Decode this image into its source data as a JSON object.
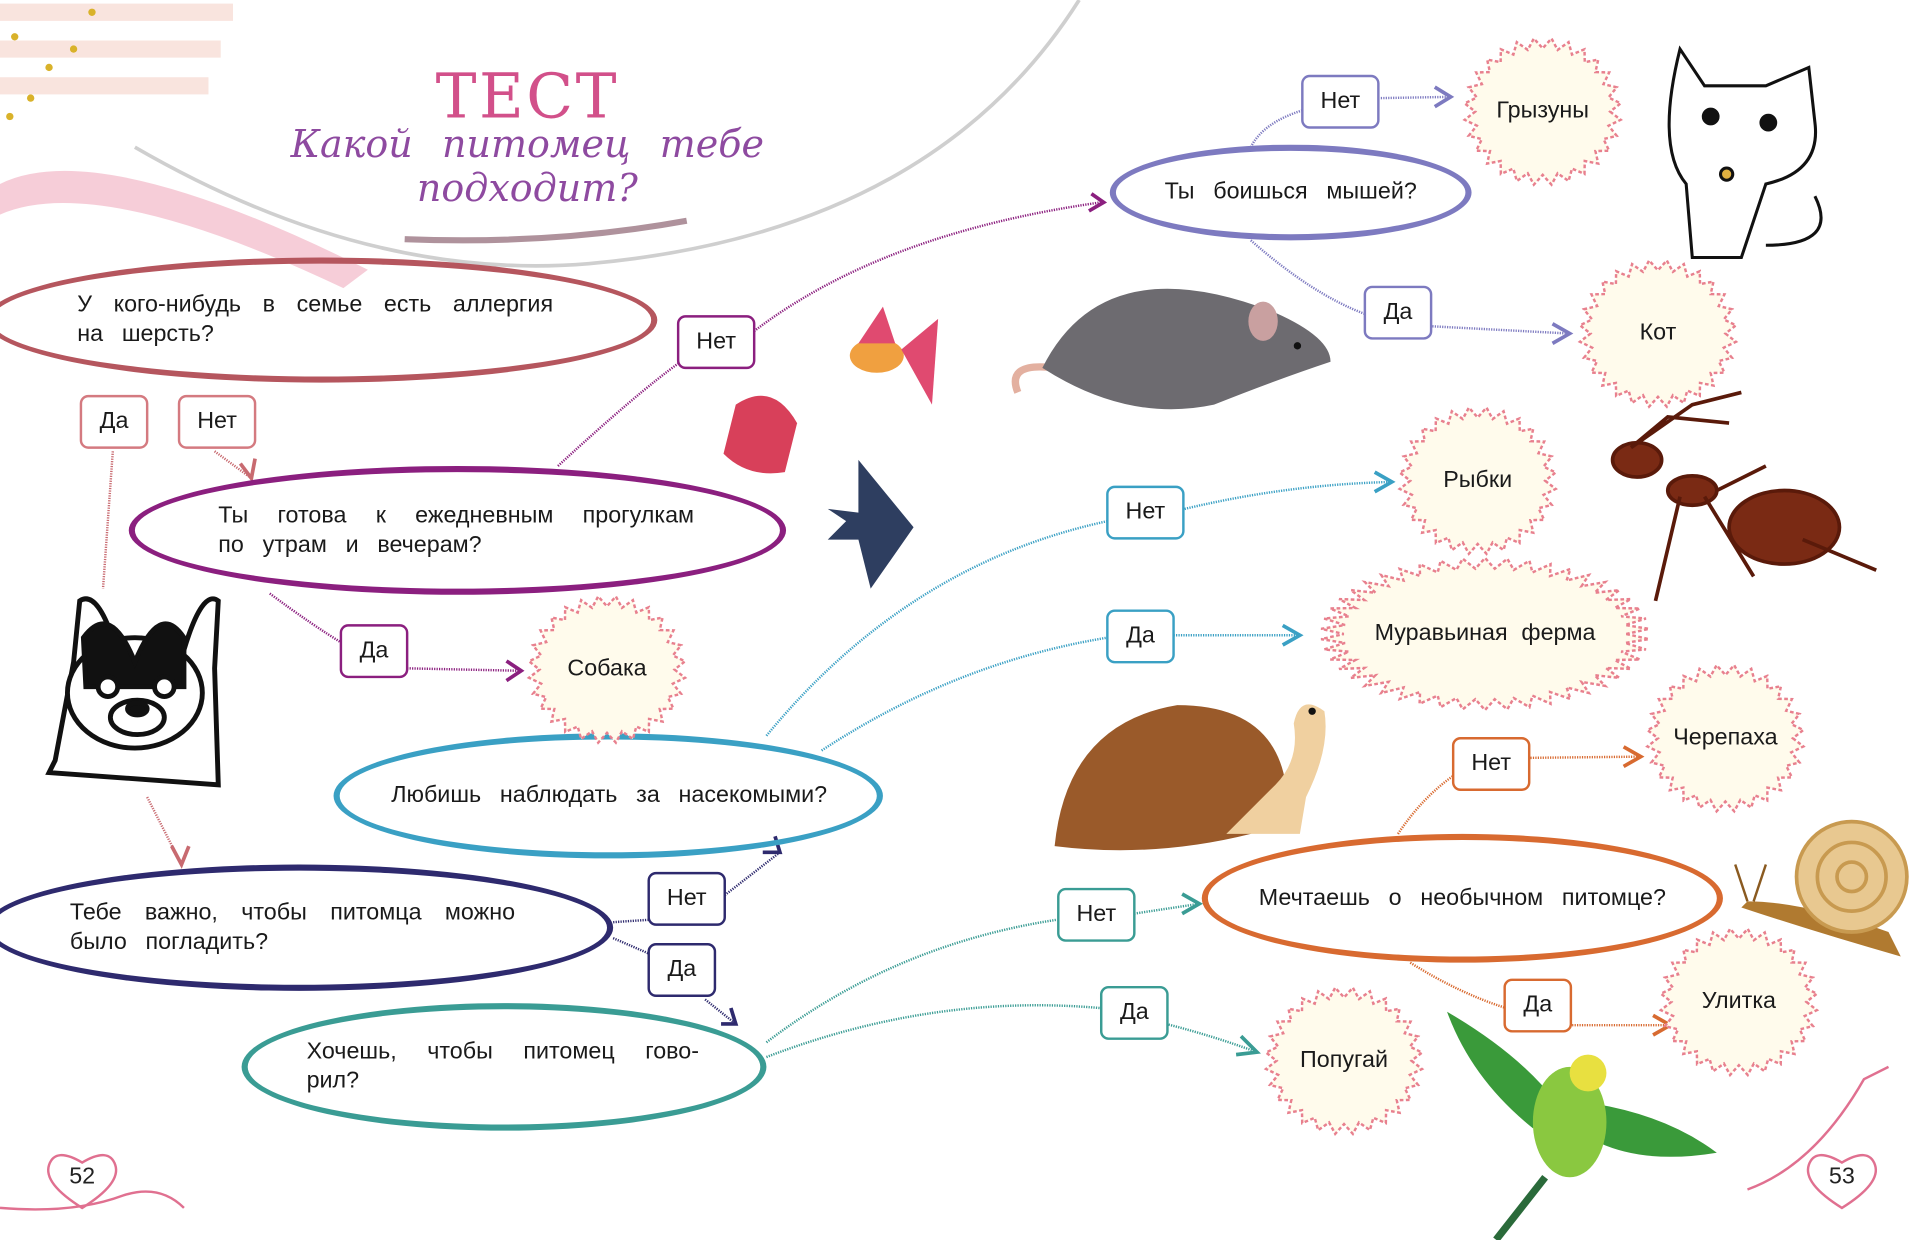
{
  "header": {
    "title": "ТЕСТ",
    "subtitle": "Какой питомец тебе подходит?"
  },
  "questions": {
    "allergy": "У кого-нибудь в семье есть аллергия на шерсть?",
    "walks": "Ты готова к ежедневным прогулкам по утрам и вечерам?",
    "insects": "Любишь наблюдать за насекомыми?",
    "pet": "Тебе важно, чтобы питомца можно было погладить?",
    "talk": "Хочешь, чтобы питомец гово-рил?",
    "mice": "Ты боишься мышей?",
    "unusual": "Мечтаешь о необычном питомце?"
  },
  "answers": {
    "yes": "Да",
    "no": "Нет"
  },
  "results": {
    "dog": "Собака",
    "rodents": "Грызуны",
    "cat": "Кот",
    "fish": "Рыбки",
    "ant_farm": "Муравьиная ферма",
    "turtle": "Черепаха",
    "snail": "Улитка",
    "parrot": "Попугай"
  },
  "pages": {
    "left": "52",
    "right": "53"
  },
  "colors": {
    "allergy": "#b5565e",
    "walks": "#8b1f7f",
    "insects": "#3aa0c4",
    "pet": "#2e2a6e",
    "talk": "#3a9c94",
    "mice": "#7d7ac0",
    "unusual": "#d86a30",
    "burst_stroke": "#e8808e",
    "burst_fill": "#fffbec"
  }
}
